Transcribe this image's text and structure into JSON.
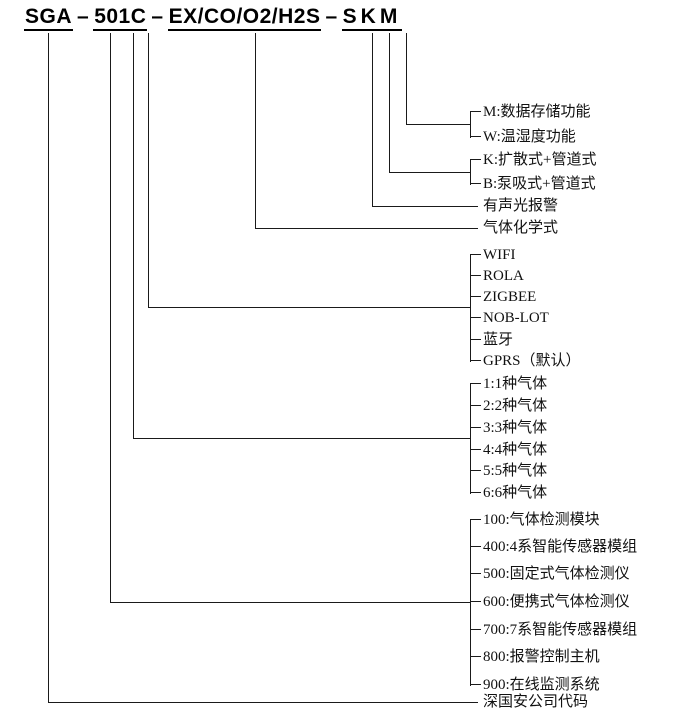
{
  "title": {
    "company_code": "SGA",
    "dash": "–",
    "series_code": "501C",
    "gas_code": "EX/CO/O2/H2S",
    "option_code": "SKM"
  },
  "legend": {
    "storage": [
      "M:数据存储功能",
      "W:温湿度功能"
    ],
    "sampling": [
      "K:扩散式+管道式",
      "B:泵吸式+管道式"
    ],
    "alarm": "有声光报警",
    "chemistry": "气体化学式",
    "comms": [
      "WIFI",
      "ROLA",
      "ZIGBEE",
      "NOB-LOT",
      "蓝牙",
      "GPRS（默认）"
    ],
    "gas_count": [
      "1:1种气体",
      "2:2种气体",
      "3:3种气体",
      "4:4种气体",
      "5:5种气体",
      "6:6种气体"
    ],
    "series": [
      "100:气体检测模块",
      "400:4系智能传感器模组",
      "500:固定式气体检测仪",
      "600:便携式气体检测仪",
      "700:7系智能传感器模组",
      "800:报警控制主机",
      "900:在线监测系统"
    ],
    "company": "深国安公司代码"
  }
}
